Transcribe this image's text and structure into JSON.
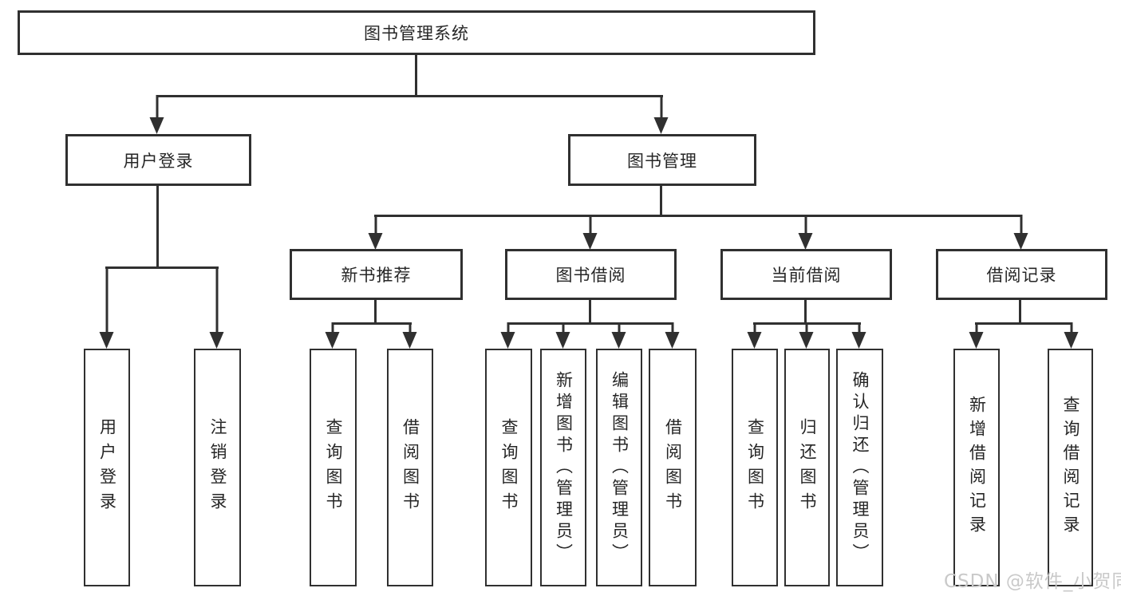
{
  "root": {
    "label": "图书管理系统"
  },
  "level2": {
    "user_login": {
      "label": "用户登录"
    },
    "book_management": {
      "label": "图书管理"
    }
  },
  "user_login_children": [
    "用户登录",
    "注销登录"
  ],
  "sections": [
    {
      "label": "新书推荐",
      "children": [
        "查询图书",
        "借阅图书"
      ]
    },
    {
      "label": "图书借阅",
      "children": [
        "查询图书",
        "新增图书（管理员）",
        "编辑图书（管理员）",
        "借阅图书"
      ]
    },
    {
      "label": "当前借阅",
      "children": [
        "查询图书",
        "归还图书",
        "确认归还（管理员）"
      ]
    },
    {
      "label": "借阅记录",
      "children": [
        "新增借阅记录",
        "查询借阅记录"
      ]
    }
  ],
  "watermark": {
    "text": "CSDN @软件_小贺同学"
  },
  "colors": {
    "line": "#303030",
    "text": "#262626",
    "box_background": "#ffffff",
    "page_background": "#ffffff",
    "watermark": "#c9c9c9"
  }
}
